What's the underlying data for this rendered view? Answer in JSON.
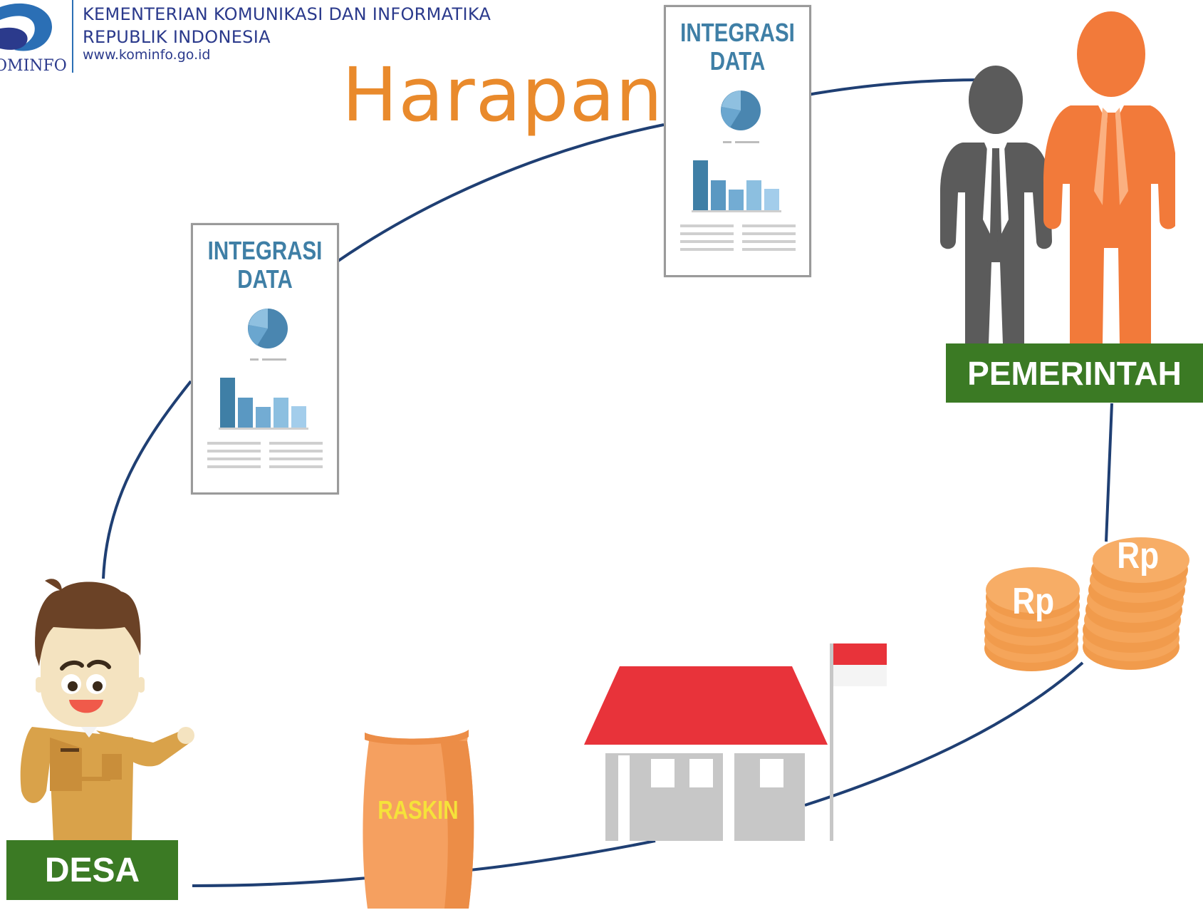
{
  "header": {
    "org_line_1": "KEMENTERIAN KOMUNIKASI DAN INFORMATIKA",
    "org_line_2": "REPUBLIK INDONESIA",
    "website": "www.kominfo.go.id",
    "logo_text": "OMINFO"
  },
  "title": "Harapan",
  "nodes": {
    "pemerintah": "PEMERINTAH",
    "desa": "DESA"
  },
  "documents": [
    {
      "line_1": "INTEGRASI",
      "line_2": "DATA"
    },
    {
      "line_1": "INTEGRASI",
      "line_2": "DATA"
    }
  ],
  "sack_label": "RASKIN",
  "coins": [
    "Rp",
    "Rp"
  ],
  "colors": {
    "title": "#e98a2c",
    "label_bg": "#3b7a24",
    "cycle_line": "#1f3f73",
    "doc_title": "#3f7fa6",
    "coin": "#f5a55a",
    "roof": "#e8333a",
    "sack": "#f5a060",
    "person_dark": "#5b5b5b",
    "person_orange": "#f27a3a"
  }
}
